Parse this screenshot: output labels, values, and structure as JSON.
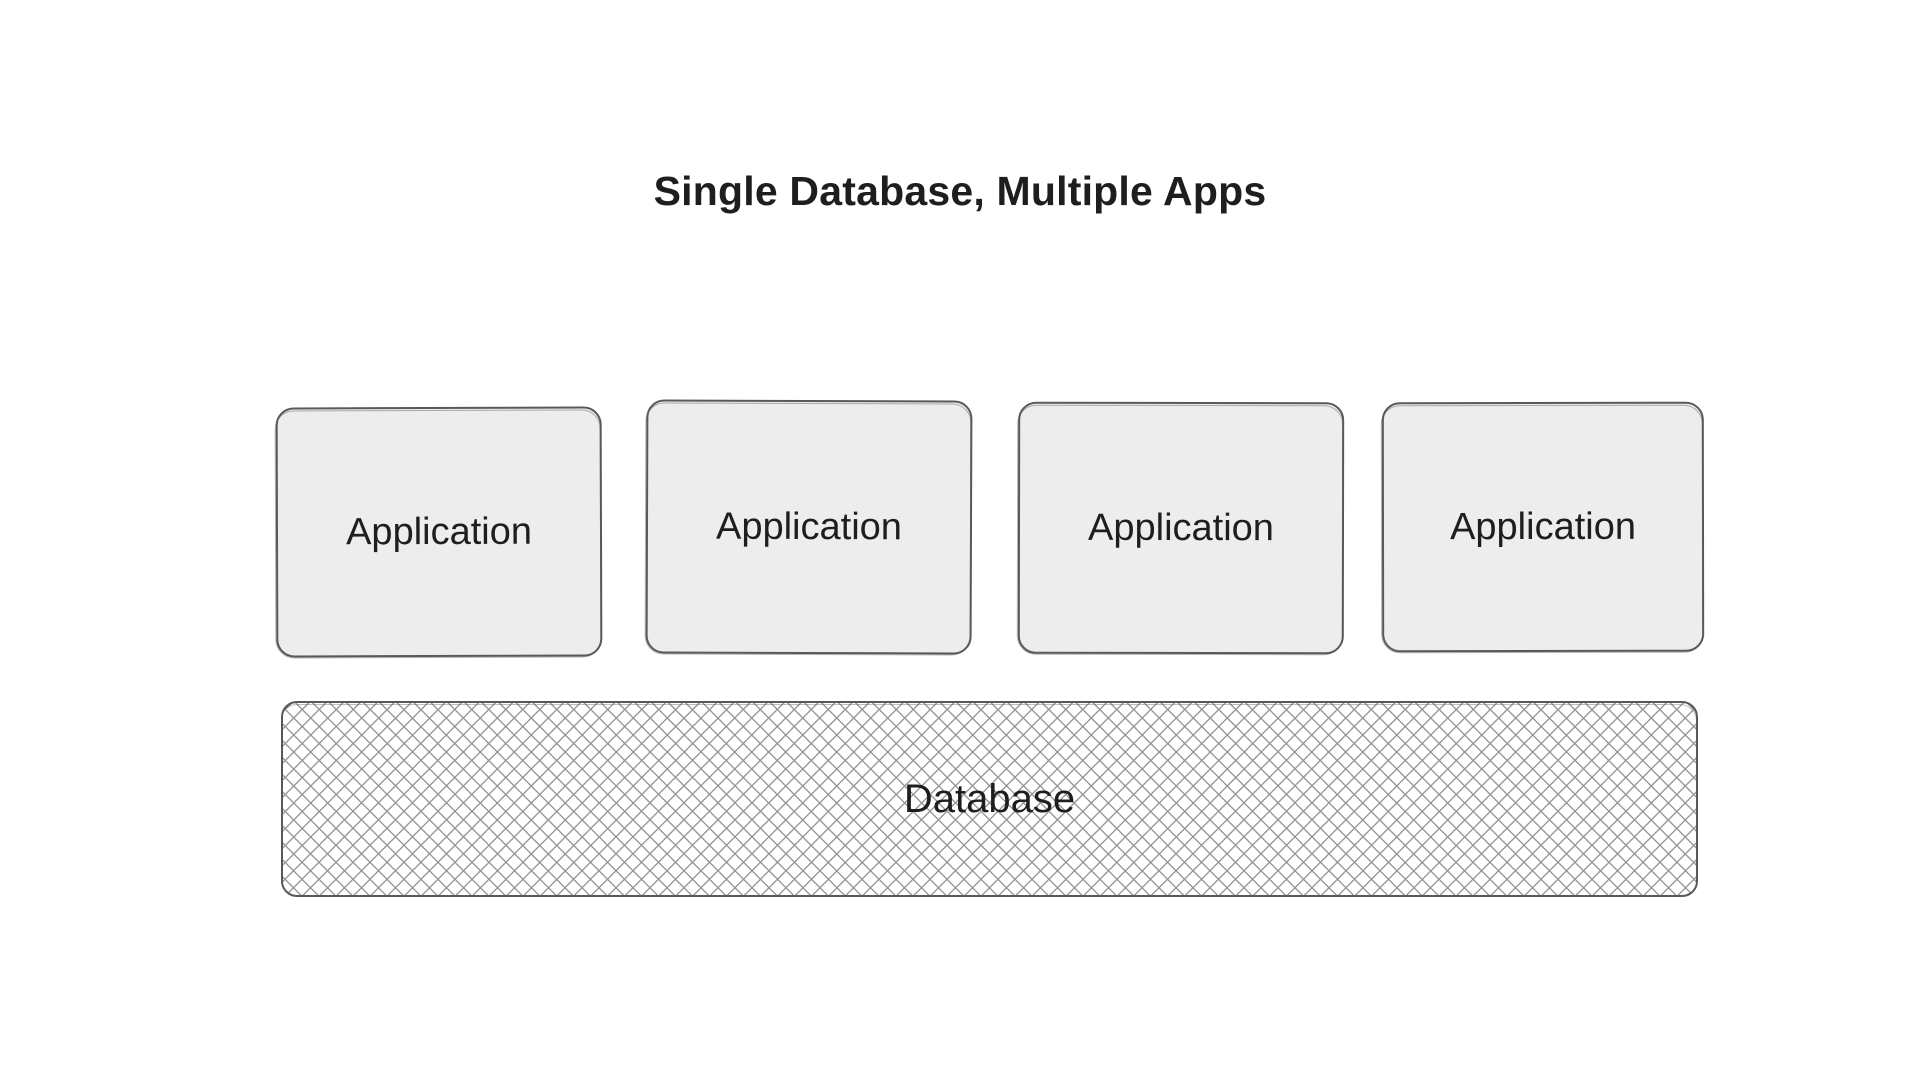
{
  "diagram": {
    "title": "Single Database, Multiple Apps",
    "background_color": "#ffffff",
    "nodes": [
      {
        "id": "app-1",
        "label": "Application",
        "shape": "rounded-rectangle",
        "fill": "#ededed",
        "stroke": "#595959",
        "fill_style": "solid"
      },
      {
        "id": "app-2",
        "label": "Application",
        "shape": "rounded-rectangle",
        "fill": "#ededed",
        "stroke": "#595959",
        "fill_style": "solid"
      },
      {
        "id": "app-3",
        "label": "Application",
        "shape": "rounded-rectangle",
        "fill": "#ededed",
        "stroke": "#595959",
        "fill_style": "solid"
      },
      {
        "id": "app-4",
        "label": "Application",
        "shape": "rounded-rectangle",
        "fill": "#ededed",
        "stroke": "#595959",
        "fill_style": "solid"
      },
      {
        "id": "database",
        "label": "Database",
        "shape": "rounded-rectangle",
        "fill": "#ffffff",
        "stroke": "#595959",
        "fill_style": "cross-hatch",
        "hatch_color": "#969696"
      }
    ]
  }
}
